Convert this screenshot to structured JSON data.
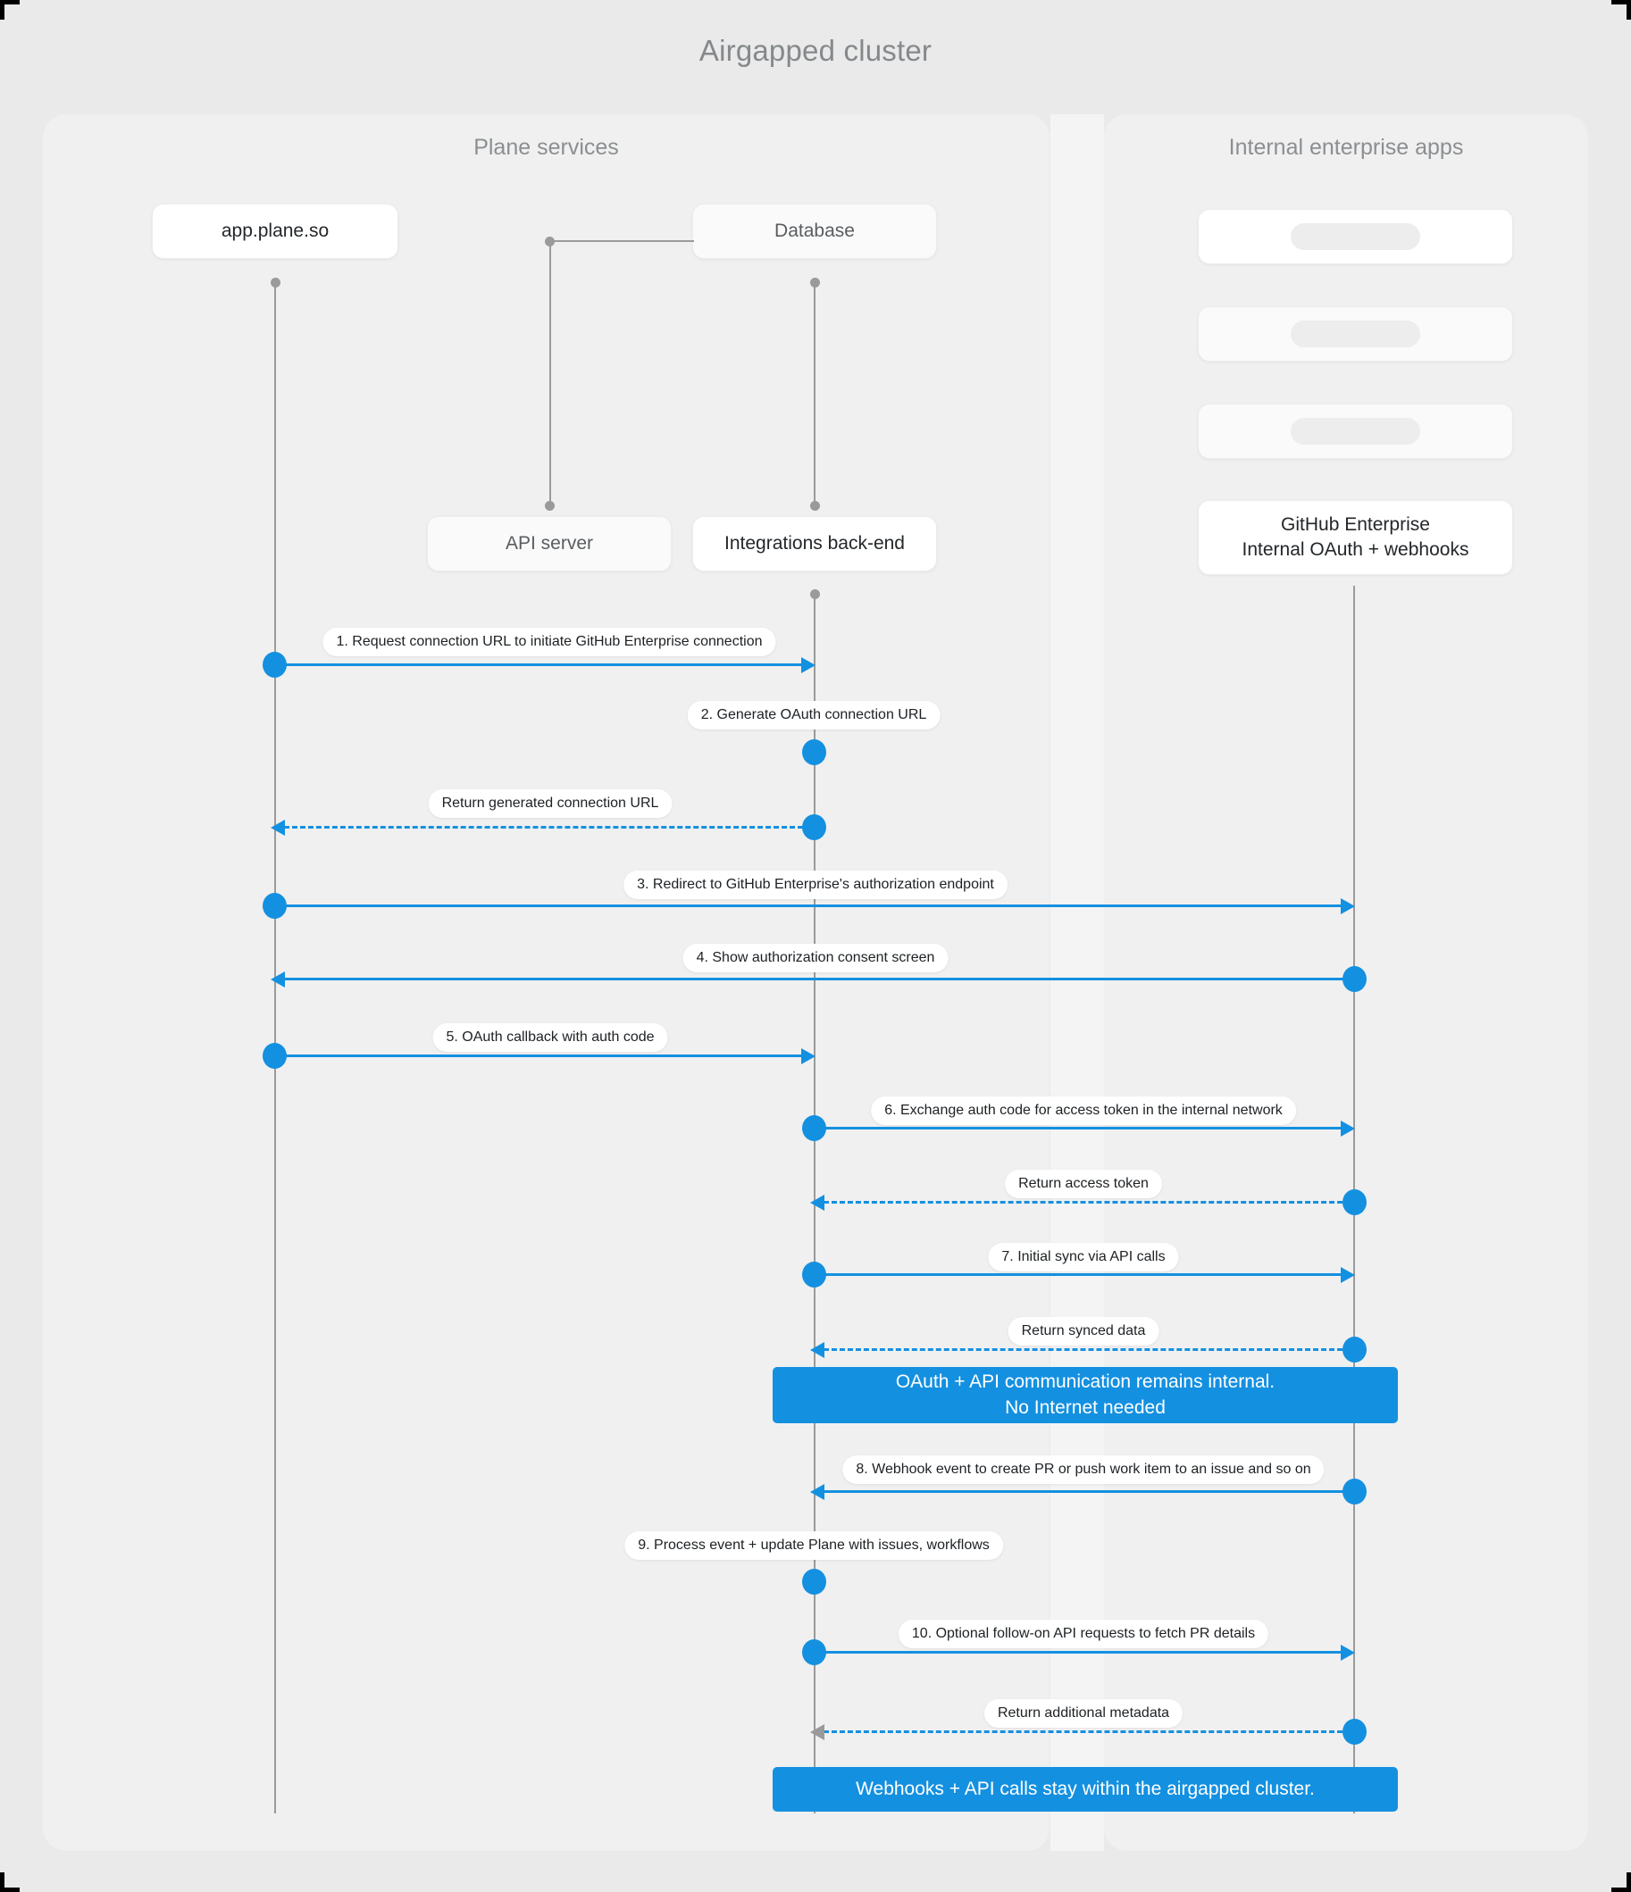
{
  "diagram": {
    "title": "Airgapped cluster",
    "accent_color": "#1490e0",
    "background_color": "#eaeaea",
    "panel_color": "#f0f0f0"
  },
  "panels": [
    {
      "id": "plane",
      "title": "Plane services"
    },
    {
      "id": "enterprise",
      "title": "Internal enterprise apps"
    }
  ],
  "nodes": [
    {
      "id": "app",
      "label": "app.plane.so"
    },
    {
      "id": "database",
      "label": "Database"
    },
    {
      "id": "api",
      "label": "API server"
    },
    {
      "id": "integrations",
      "label": "Integrations back-end"
    },
    {
      "id": "skeleton1",
      "label": ""
    },
    {
      "id": "skeleton2",
      "label": ""
    },
    {
      "id": "skeleton3",
      "label": ""
    },
    {
      "id": "github",
      "label_line1": "GitHub Enterprise",
      "label_line2": "Internal OAuth + webhooks"
    }
  ],
  "messages": [
    {
      "n": "1",
      "text": "1. Request connection URL to initiate GitHub Enterprise connection",
      "from": "app",
      "to": "integrations",
      "style": "solid"
    },
    {
      "n": "2",
      "text": "2. Generate OAuth connection URL",
      "from": "integrations",
      "to": "integrations",
      "style": "self"
    },
    {
      "n": "",
      "text": "Return generated connection URL",
      "from": "integrations",
      "to": "app",
      "style": "dashed"
    },
    {
      "n": "3",
      "text": "3. Redirect to GitHub Enterprise's authorization endpoint",
      "from": "app",
      "to": "github",
      "style": "solid"
    },
    {
      "n": "4",
      "text": "4. Show authorization consent screen",
      "from": "github",
      "to": "app",
      "style": "solid"
    },
    {
      "n": "5",
      "text": "5. OAuth callback with auth code",
      "from": "app",
      "to": "integrations",
      "style": "solid"
    },
    {
      "n": "6",
      "text": "6. Exchange auth code for access token in the internal network",
      "from": "integrations",
      "to": "github",
      "style": "solid"
    },
    {
      "n": "",
      "text": "Return access token",
      "from": "github",
      "to": "integrations",
      "style": "dashed"
    },
    {
      "n": "7",
      "text": "7. Initial sync via API calls",
      "from": "integrations",
      "to": "github",
      "style": "solid"
    },
    {
      "n": "",
      "text": "Return synced data",
      "from": "github",
      "to": "integrations",
      "style": "dashed"
    },
    {
      "n": "8",
      "text": "8. Webhook event to create PR  or push work item to an issue  and so on",
      "from": "github",
      "to": "integrations",
      "style": "solid"
    },
    {
      "n": "9",
      "text": "9. Process event + update Plane with issues, workflows",
      "from": "integrations",
      "to": "integrations",
      "style": "self"
    },
    {
      "n": "10",
      "text": "10. Optional follow-on API requests to fetch PR details",
      "from": "integrations",
      "to": "github",
      "style": "solid"
    },
    {
      "n": "",
      "text": "Return additional metadata",
      "from": "github",
      "to": "integrations",
      "style": "dashed"
    }
  ],
  "notes": [
    {
      "id": "note1",
      "line1": "OAuth + API communication remains internal.",
      "line2": "No Internet needed"
    },
    {
      "id": "note2",
      "line1": "Webhooks + API calls stay within the airgapped cluster.",
      "line2": ""
    }
  ]
}
